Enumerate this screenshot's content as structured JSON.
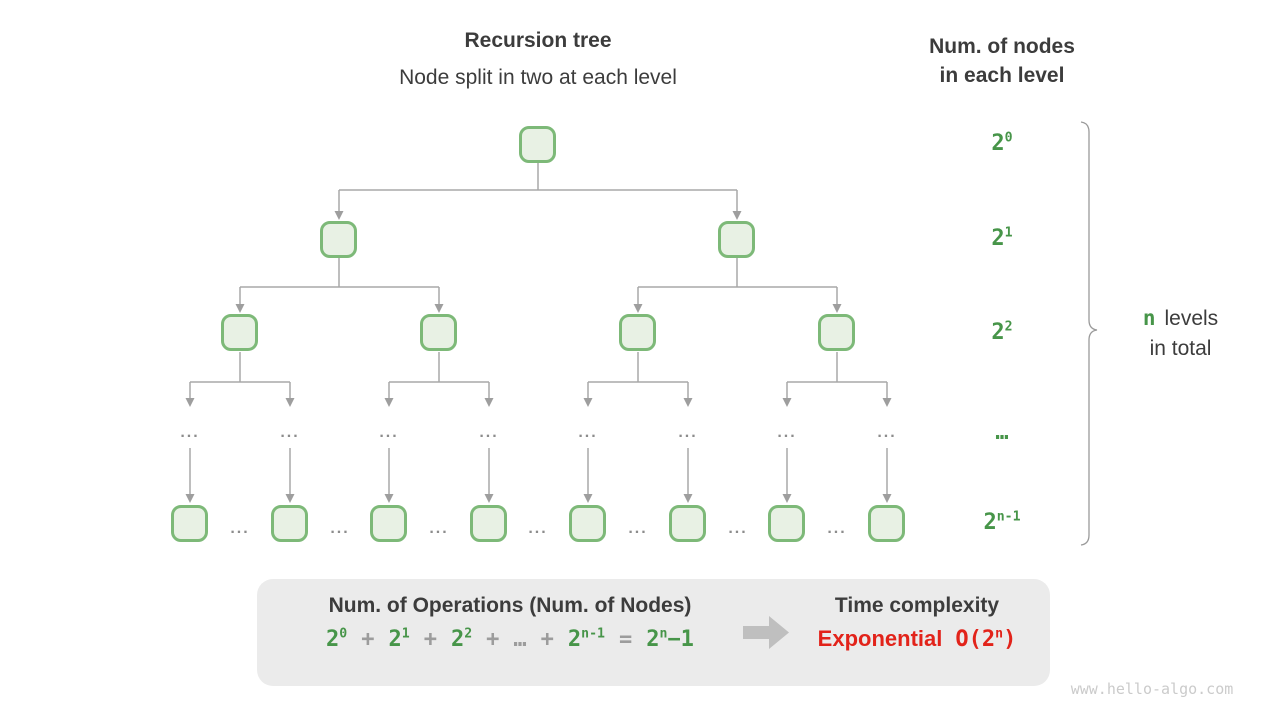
{
  "colors": {
    "green": "#479549",
    "node-border": "#7db978",
    "node-fill": "#e8f1e4",
    "line": "#a8a8a8",
    "dark": "#3c3c3c",
    "gray-op": "#9c9c9c",
    "red": "#e2231a",
    "box-bg": "#ebebeb",
    "watermark": "#cbcbcb",
    "arrow-icon": "#bfbfbf",
    "tree-dots": "#8c8c8c"
  },
  "header": {
    "title": "Recursion tree",
    "subtitle": "Node split in two at each level"
  },
  "right_header": {
    "line1": "Num. of nodes",
    "line2": "in each level"
  },
  "level_labels": [
    [
      {
        "t": "2",
        "sup": "0"
      }
    ],
    [
      {
        "t": "2",
        "sup": "1"
      }
    ],
    [
      {
        "t": "2",
        "sup": "2"
      }
    ],
    [
      {
        "t": "…"
      }
    ],
    [
      {
        "t": "2",
        "sup": "n-1"
      }
    ]
  ],
  "tree": {
    "ellipsis": "..."
  },
  "brace_label": {
    "n": "n",
    "rest": "levels",
    "line2": "in total"
  },
  "summary_box": {
    "operations_title": "Num. of Operations (Num. of Nodes)",
    "formula": [
      {
        "t": "2",
        "sup": "0",
        "c": "green"
      },
      {
        "t": "+",
        "c": "gray"
      },
      {
        "t": "2",
        "sup": "1",
        "c": "green"
      },
      {
        "t": "+",
        "c": "gray"
      },
      {
        "t": "2",
        "sup": "2",
        "c": "green"
      },
      {
        "t": "+",
        "c": "gray"
      },
      {
        "t": "…",
        "c": "gray"
      },
      {
        "t": "+",
        "c": "gray"
      },
      {
        "t": "2",
        "sup": "n-1",
        "c": "green"
      },
      {
        "t": "=",
        "c": "gray"
      },
      {
        "t": "2",
        "sup": "n",
        "after": "−1",
        "c": "green"
      }
    ],
    "time_title": "Time complexity",
    "complexity_word": "Exponential",
    "complexity_o": [
      {
        "t": "O(2",
        "sup": "n",
        "after": ")"
      }
    ]
  },
  "watermark": "www.hello-algo.com"
}
